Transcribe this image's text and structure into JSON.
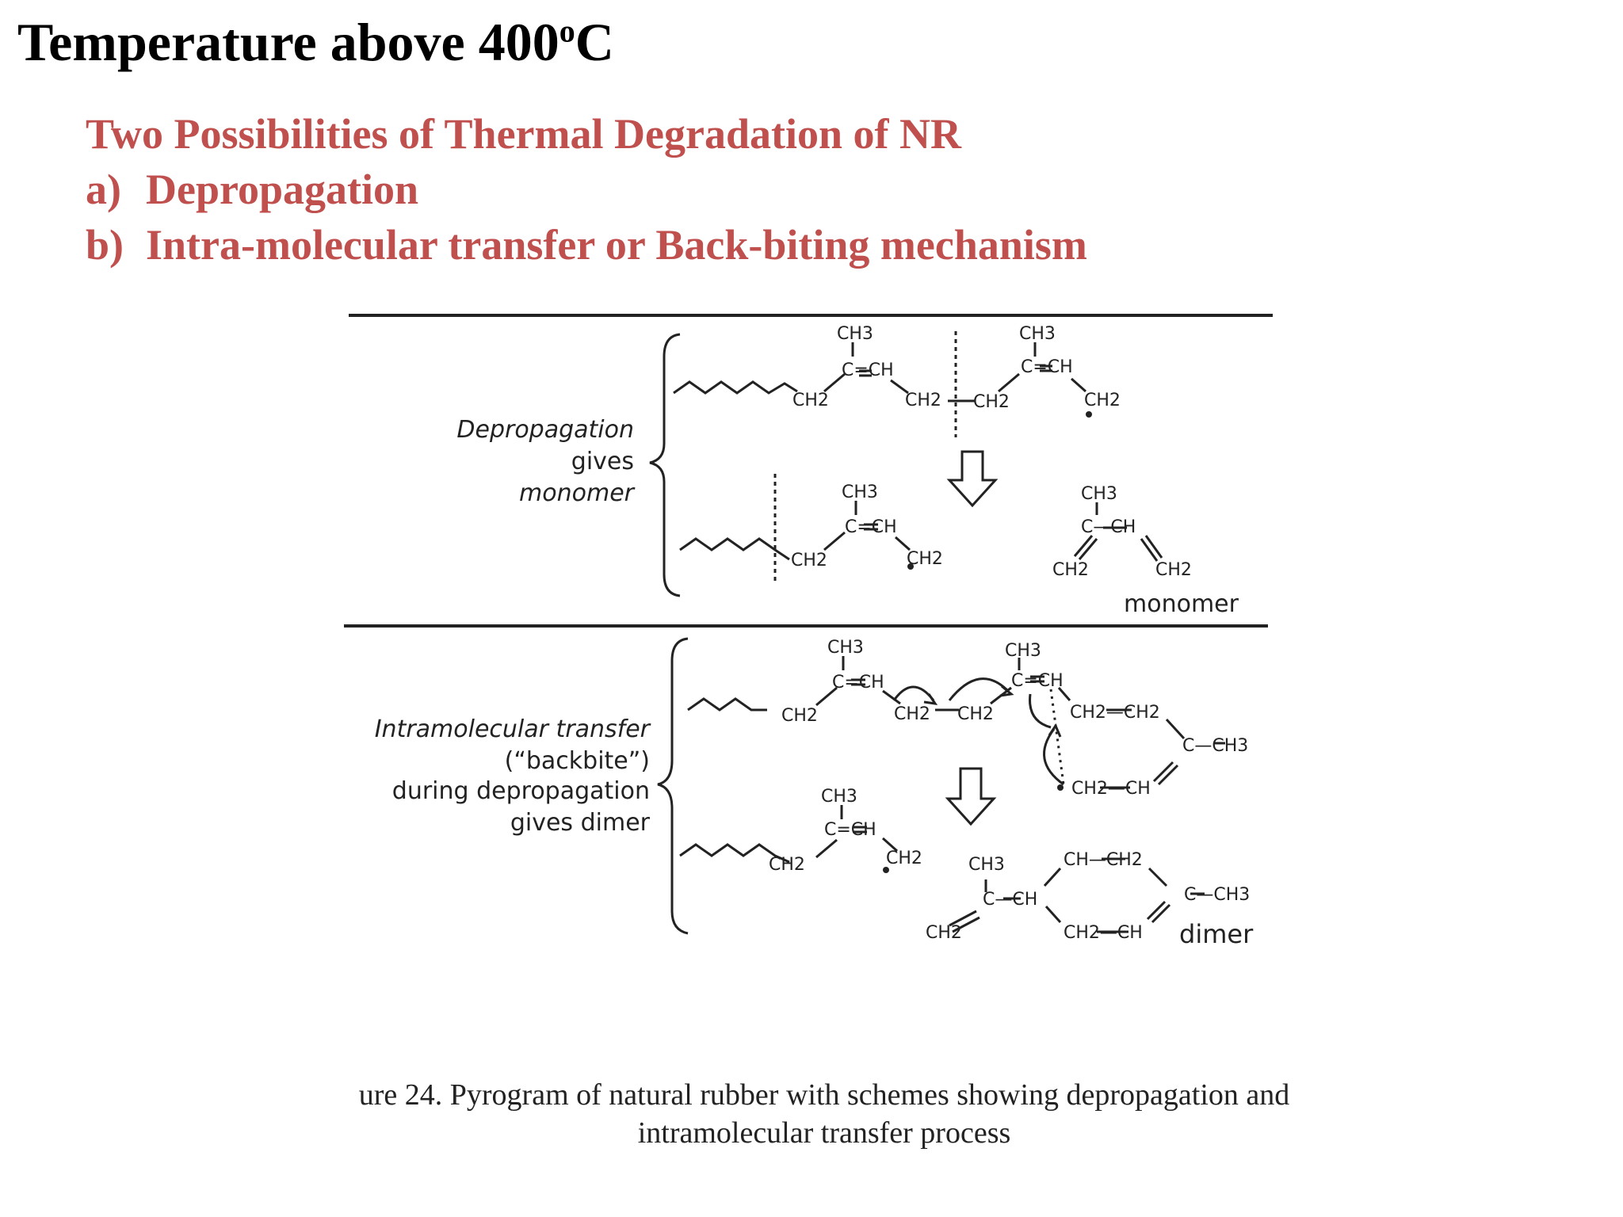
{
  "slide": {
    "title": "Temperature above 400",
    "title_sup": "o",
    "title_unit": "C",
    "heading": "Two Possibilities of Thermal Degradation of NR",
    "options": [
      {
        "marker": "a)",
        "text": "Depropagation"
      },
      {
        "marker": "b)",
        "text": "Intra-molecular transfer or Back-biting mechanism"
      }
    ]
  },
  "figure": {
    "dep_label": [
      "Depropagation",
      "gives",
      "monomer"
    ],
    "intra_label": [
      "Intramolecular transfer",
      "(“backbite”)",
      "during depropagation",
      "gives dimer"
    ],
    "monomer_label": "monomer",
    "dimer_label": "dimer",
    "caption_line1": "ure 24. Pyrogram of natural rubber with schemes showing depropagation and",
    "caption_line2": "intramolecular transfer process",
    "chem": {
      "ch3": "CH3",
      "ch2": "CH2",
      "ch": "CH",
      "c": "C",
      "c_dbl_ch": "C=CH",
      "c_ch": "C—CH",
      "c_ch3": "C—CH3",
      "ch2_ch2": "CH2—CH2",
      "ch2_ch": "CH2—CH",
      "ch_ch2": "CH—CH2",
      "ch2_bond_ch2": "CH2—CH2"
    }
  },
  "colors": {
    "title": "#000000",
    "heading": "#c0504d",
    "diagram_ink": "#222222"
  }
}
